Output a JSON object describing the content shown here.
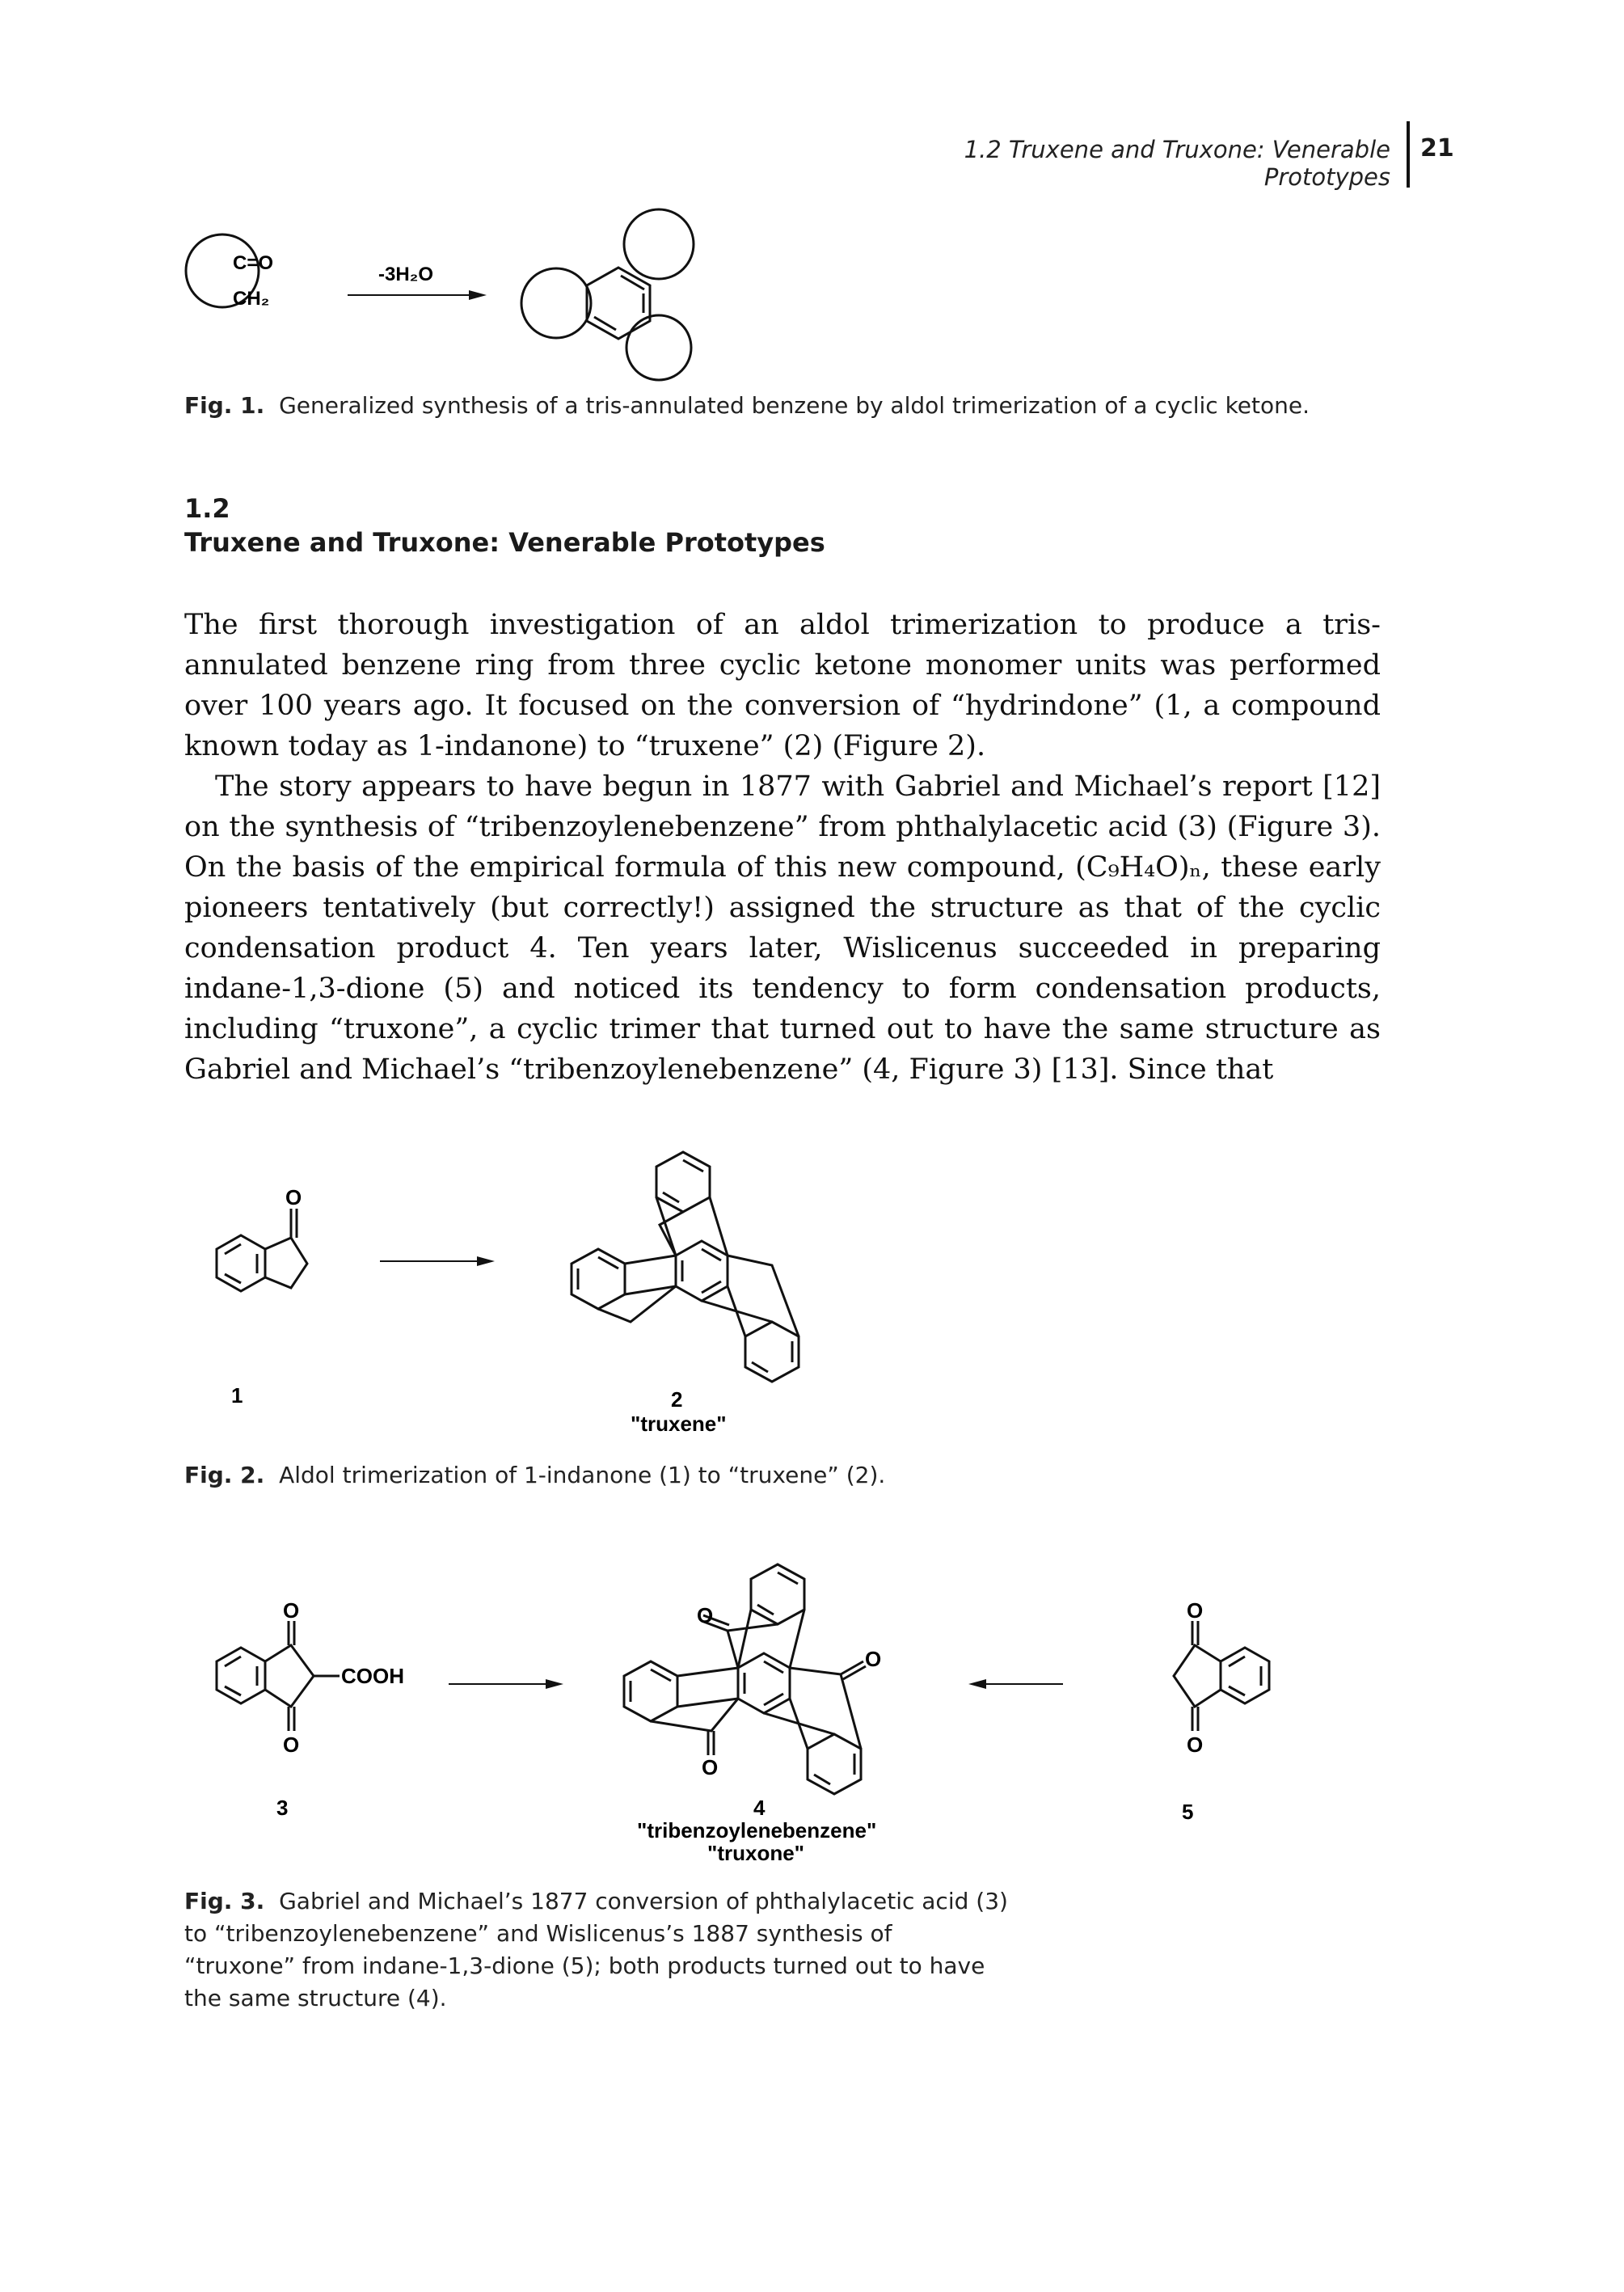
{
  "header": {
    "running_title": "1.2 Truxene and Truxone: Venerable Prototypes",
    "page_number": "21"
  },
  "fig1": {
    "reactant_co": "C=O",
    "reactant_ch": "CH₂",
    "arrow_label": "-3H₂O",
    "caption_label": "Fig. 1.",
    "caption_text": "Generalized synthesis of a tris-annulated benzene by aldol trimerization of a cyclic ketone."
  },
  "section": {
    "number": "1.2",
    "title": "Truxene and Truxone: Venerable Prototypes"
  },
  "paragraphs": [
    "The first thorough investigation of an aldol trimerization to produce a tris-annulated benzene ring from three cyclic ketone monomer units was performed over 100 years ago. It focused on the conversion of “hydrindone” (1, a compound known today as 1-indanone) to “truxene” (2) (Figure 2).",
    "The story appears to have begun in 1877 with Gabriel and Michael’s report [12] on the synthesis of “tribenzoylenebenzene” from phthalylacetic acid (3) (Figure 3). On the basis of the empirical formula of this new compound, (C₉H₄O)ₙ, these early pioneers tentatively (but correctly!) assigned the structure as that of the cyclic condensation product 4. Ten years later, Wislicenus succeeded in preparing indane-1,3-dione (5) and noticed its tendency to form condensation products, including “truxone”, a cyclic trimer that turned out to have the same structure as Gabriel and Michael’s “tribenzoylenebenzene” (4, Figure 3) [13]. Since that"
  ],
  "fig2": {
    "atom_o": "O",
    "compound_1": "1",
    "compound_2": "2",
    "compound_2_name": "\"truxene\"",
    "caption_label": "Fig. 2.",
    "caption_text": "Aldol trimerization of 1-indanone (1) to “truxene” (2)."
  },
  "fig3": {
    "atom_o": "O",
    "cooh": "COOH",
    "compound_3": "3",
    "compound_4": "4",
    "compound_4_name1": "\"tribenzoylenebenzene\"",
    "compound_4_name2": "\"truxone\"",
    "compound_5": "5",
    "caption_label": "Fig. 3.",
    "caption_lines": [
      "Gabriel and Michael’s 1877 conversion of phthalylacetic acid (3)",
      "to “tribenzoylenebenzene” and Wislicenus’s 1887 synthesis of",
      "“truxone” from indane-1,3-dione (5); both products turned out to have",
      "the same structure (4)."
    ]
  }
}
